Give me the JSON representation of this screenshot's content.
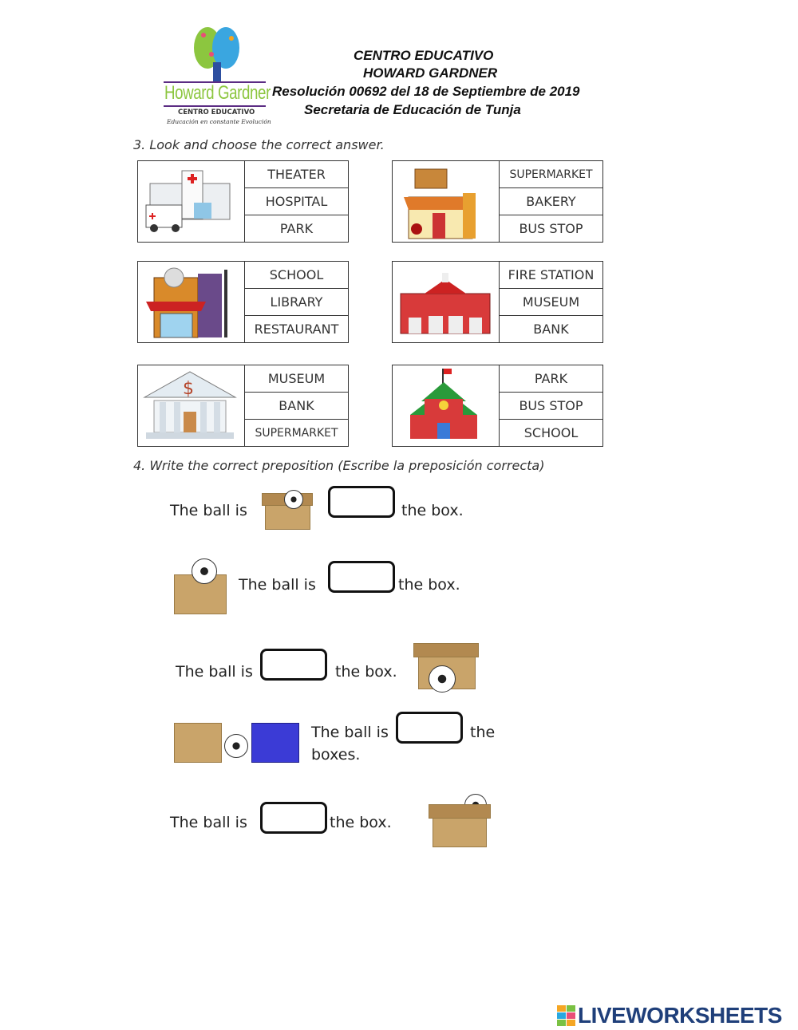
{
  "header": {
    "logo_text": "Howard Gardner",
    "logo_sub": "CENTRO EDUCATIVO",
    "logo_motto": "Educación en constante Evolución",
    "line1": "CENTRO EDUCATIVO",
    "line2": "HOWARD GARDNER",
    "line3": "Resolución 00692 del 18 de Septiembre de 2019",
    "line4": "Secretaria de Educación de Tunja"
  },
  "section3": {
    "instruction": "3.  Look and choose the correct answer.",
    "cards": [
      {
        "picture": "hospital",
        "options": [
          "THEATER",
          "HOSPITAL",
          "PARK"
        ]
      },
      {
        "picture": "supermarket",
        "options": [
          "SUPERMARKET",
          "BAKERY",
          "BUS STOP"
        ]
      },
      {
        "picture": "restaurant",
        "options": [
          "SCHOOL",
          "LIBRARY",
          "RESTAURANT"
        ]
      },
      {
        "picture": "fire-station",
        "options": [
          "FIRE STATION",
          "MUSEUM",
          "BANK"
        ]
      },
      {
        "picture": "bank",
        "options": [
          "MUSEUM",
          "BANK",
          "SUPERMARKET"
        ]
      },
      {
        "picture": "school",
        "options": [
          "PARK",
          "BUS STOP",
          "SCHOOL"
        ]
      }
    ]
  },
  "section4": {
    "instruction": "4.  Write the correct preposition (Escribe la preposición correcta)",
    "sentences": [
      {
        "before": "The ball is",
        "after": "the box.",
        "answer": ""
      },
      {
        "before": "The ball is",
        "after": "the box.",
        "answer": ""
      },
      {
        "before": "The ball is",
        "after": "the box.",
        "answer": ""
      },
      {
        "before": "The ball is",
        "after": "the",
        "after2": "boxes.",
        "answer": ""
      },
      {
        "before": "The ball is",
        "after": "the box.",
        "answer": ""
      }
    ]
  },
  "footer": {
    "brand": "LIVEWORKSHEETS"
  },
  "colors": {
    "box": "#c9a46a",
    "blue_box": "#3b3bd6",
    "logo_green": "#8cc63f",
    "logo_purple": "#5b2c83"
  }
}
